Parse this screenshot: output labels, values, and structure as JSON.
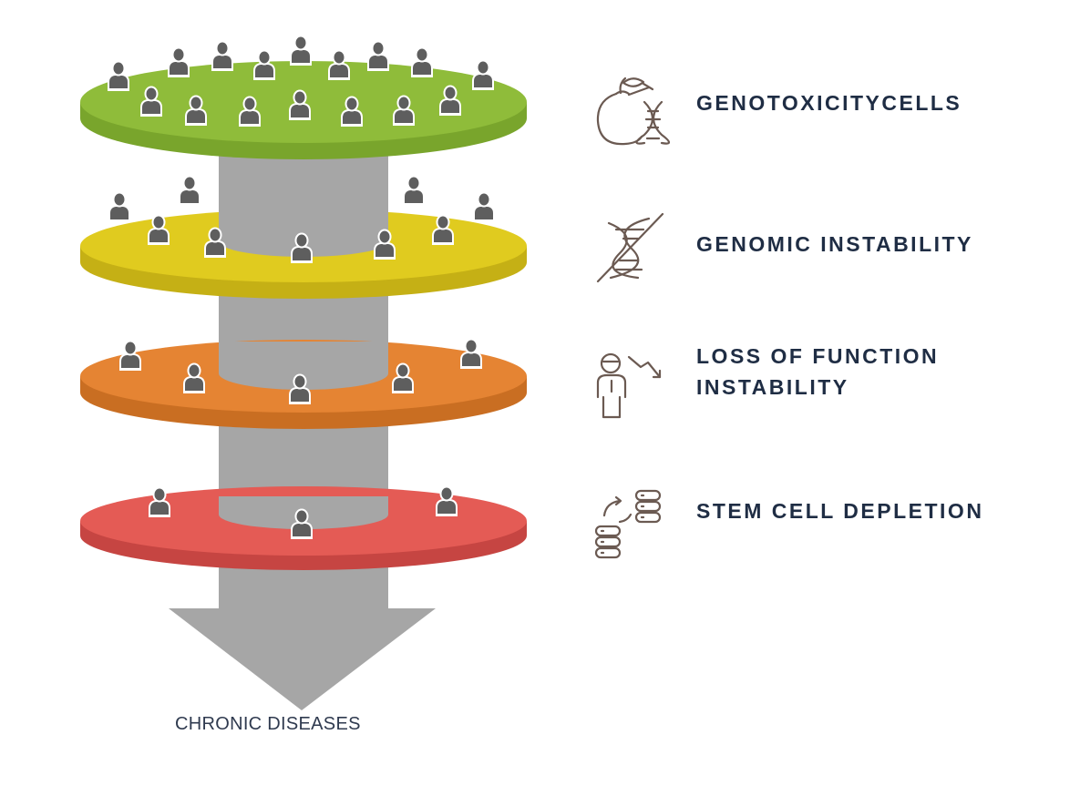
{
  "levels": [
    {
      "label": "GENOTOXICITYCELLS",
      "icon": "apple-dna-icon",
      "color": "#8fbc3a",
      "rim": "#79a52c"
    },
    {
      "label": "GENOMIC INSTABILITY",
      "icon": "broken-dna-icon",
      "color": "#e0cb1f",
      "rim": "#c5b015"
    },
    {
      "label_line1": "LOSS OF FUNCTION",
      "label_line2": "INSTABILITY",
      "icon": "person-decline-icon",
      "color": "#e58433",
      "rim": "#c96e22"
    },
    {
      "label": "STEM CELL DEPLETION",
      "icon": "cell-exchange-icon",
      "color": "#e45b55",
      "rim": "#c64542"
    }
  ],
  "outcome": "CHRONIC DISEASES",
  "colors": {
    "text": "#1f2d44",
    "icon": "#6b5a52",
    "person": "#5e5e5e",
    "column": "#a6a6a6"
  }
}
